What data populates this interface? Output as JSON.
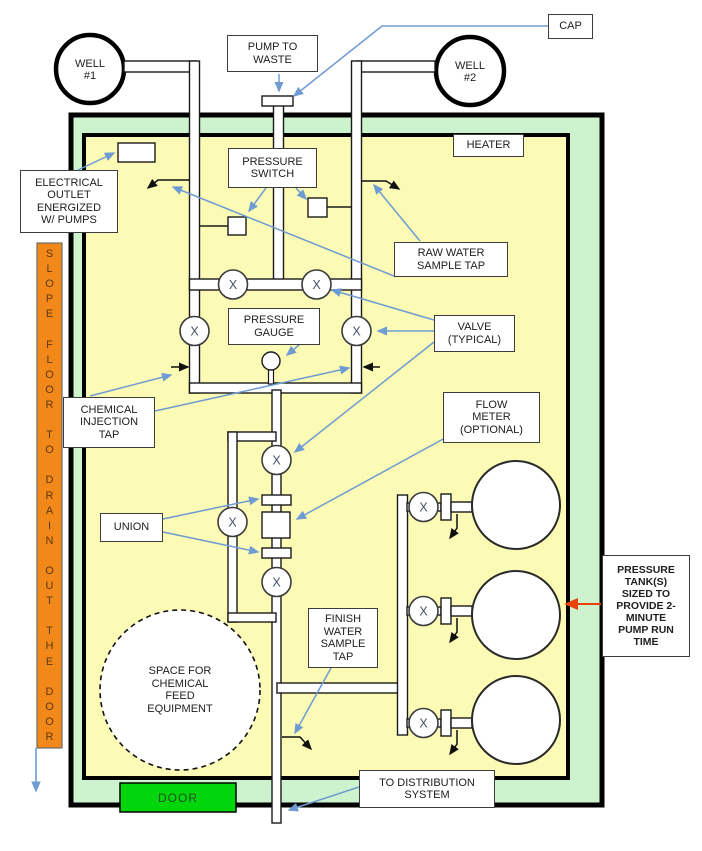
{
  "diagram": {
    "title_context": "Well pump house floor plan diagram",
    "labels": {
      "well1": "WELL\n#1",
      "well2": "WELL\n#2",
      "cap": "CAP",
      "pump_to_waste": "PUMP TO\nWASTE",
      "heater": "HEATER",
      "electrical_outlet": "ELECTRICAL\nOUTLET\nENERGIZED\nW/ PUMPS",
      "pressure_switch": "PRESSURE\nSWITCH",
      "raw_water_sample_tap": "RAW WATER\nSAMPLE TAP",
      "pressure_gauge": "PRESSURE\nGAUGE",
      "valve_typical": "VALVE\n(TYPICAL)",
      "chemical_injection_tap": "CHEMICAL\nINJECTION\nTAP",
      "flow_meter": "FLOW\nMETER\n(OPTIONAL)",
      "union": "UNION",
      "finish_water_sample_tap": "FINISH\nWATER\nSAMPLE\nTAP",
      "space_for_chemical": "SPACE FOR\nCHEMICAL\nFEED\nEQUIPMENT",
      "pressure_tanks": "PRESSURE\nTANK(S)\nSIZED TO\nPROVIDE 2-\nMINUTE\nPUMP RUN\nTIME",
      "to_distribution": "TO DISTRIBUTION\nSYSTEM",
      "door": "DOOR",
      "slope_floor": "SLOPE FLOOR TO DRAIN OUT THE DOOR"
    },
    "symbols": {
      "valve": "X"
    },
    "colors": {
      "interior_yellow": "#FBFBB6",
      "wall_band_green": "#CDF2CE",
      "door_green": "#00D60B",
      "slope_bar_orange": "#F2881A",
      "leader_blue": "#6E9BD2",
      "pointer_red": "#E8440A"
    }
  }
}
